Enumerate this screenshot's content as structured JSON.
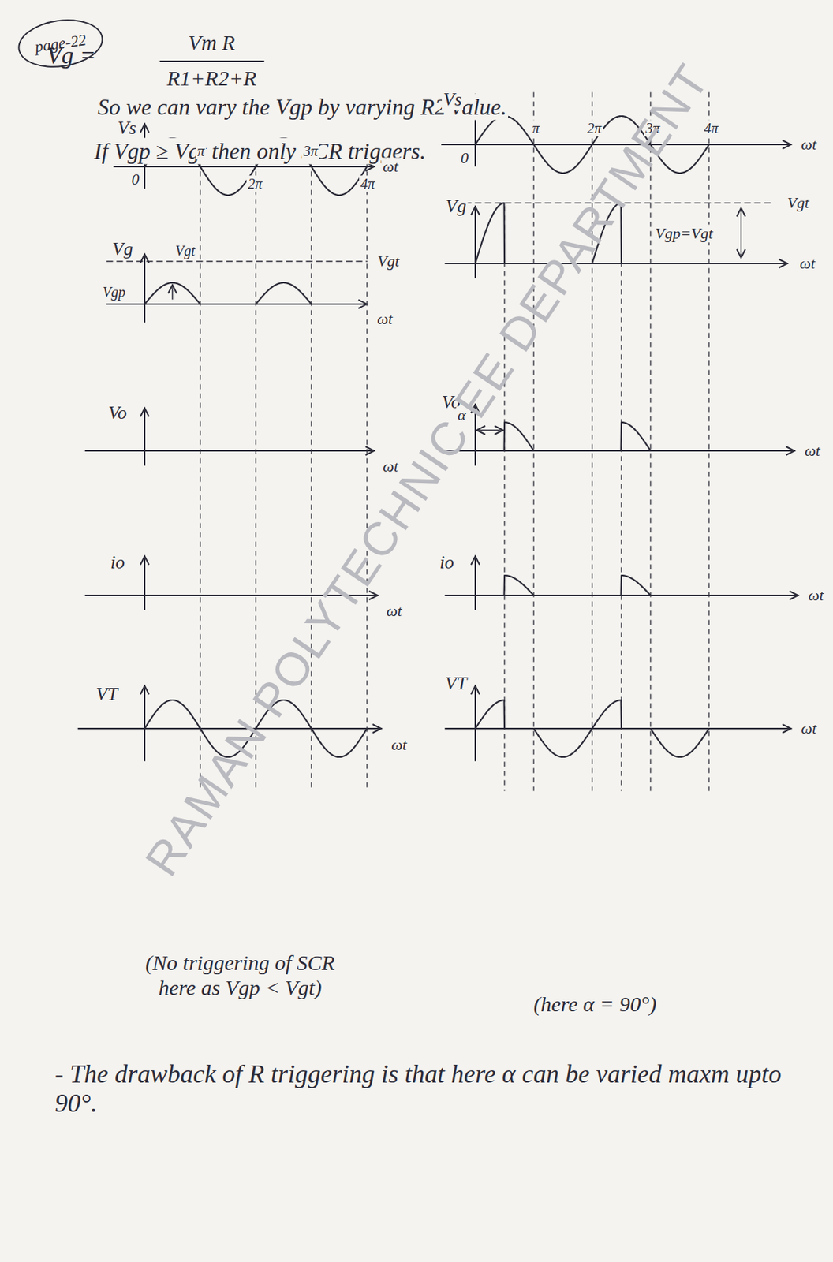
{
  "diagram": {
    "nodes": [
      {
        "text": [
          "page-22"
        ]
      }
    ],
    "labels": [
      "Vg =",
      "Vm R",
      "R1+R2+R",
      "So we can vary the Vgp by varying R2 value.",
      "If Vgp ≥ Vgt then only SCR triggers.",
      "Vs",
      "0",
      "π",
      "2π",
      "3π",
      "4π",
      "ωt",
      "Vg",
      "Vgt",
      "Vgp",
      "Vgt",
      "ωt",
      "Vo",
      "ωt",
      "io",
      "ωt",
      "VT",
      "ωt",
      "(No triggering of SCR here as Vgp < Vgt)",
      "Vs",
      "0",
      "π",
      "2π",
      "3π",
      "4π",
      "ωt",
      "Vg",
      "Vgt",
      "Vgp=Vgt",
      "ωt",
      "Vo",
      "α",
      "ωt",
      "io",
      "ωt",
      "VT",
      "ωt",
      "(here α = 90°)",
      "- The drawback of R triggering is that here α can be varied maxm upto 90°.",
      "RAMAN POLYTECHNIC EE DEPARTMENT"
    ]
  }
}
